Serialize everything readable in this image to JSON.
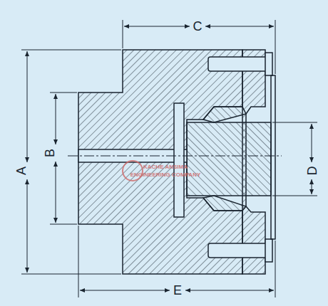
{
  "diagram": {
    "labels": [
      "A",
      "B",
      "C",
      "D",
      "E",
      "KACHE ANSIMA",
      "ENGINEERING COMPANY"
    ]
  }
}
